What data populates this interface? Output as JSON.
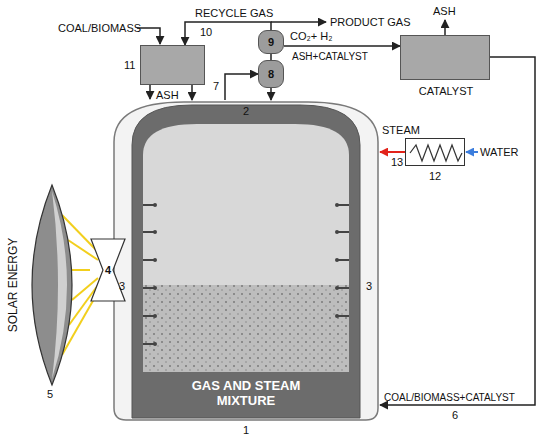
{
  "diagram": {
    "nodes": [
      {
        "text": [
          "GAS AND STEAM MIXTURE"
        ]
      },
      {
        "text": [
          "11"
        ]
      },
      {
        "text": [
          "8"
        ]
      },
      {
        "text": [
          "9"
        ]
      },
      {
        "text": [
          "CATALYST"
        ]
      },
      {
        "text": [
          "12"
        ]
      },
      {
        "text": [
          "5"
        ]
      },
      {
        "text": [
          "4"
        ]
      }
    ],
    "edges": [
      {
        "from": 1,
        "to": 0,
        "arrow": "to"
      },
      {
        "from": 0,
        "to": 2,
        "arrow": "to",
        "label": "7"
      },
      {
        "from": 2,
        "to": 0,
        "arrow": "to"
      },
      {
        "from": 2,
        "to": 3,
        "arrow": "none"
      },
      {
        "from": 3,
        "to": 4,
        "arrow": "to",
        "label": "ASH+CATALYST"
      },
      {
        "from": 3,
        "to": 1,
        "arrow": "to",
        "label": "RECYCLE GAS"
      },
      {
        "from": 4,
        "to": 0,
        "arrow": "to",
        "label": "COAL/BIOMASS+CATALYST"
      },
      {
        "from": 5,
        "to": 0,
        "arrow": "to",
        "label": "STEAM"
      },
      {
        "from": 6,
        "to": 7,
        "arrow": "none"
      }
    ],
    "labels": [
      "SOLAR ENERGY",
      "COAL/BIOMASS",
      "10",
      "PRODUCT GAS",
      "ASH",
      "CO₂+ H₂",
      "ASH",
      "2",
      "3",
      "3",
      "1",
      "13",
      "WATER",
      "6"
    ]
  }
}
